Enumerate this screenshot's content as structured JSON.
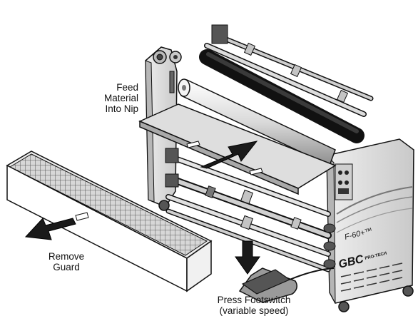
{
  "callouts": {
    "feed": {
      "lines": [
        "Feed",
        "Material",
        "Into Nip"
      ]
    },
    "remove": {
      "lines": [
        "Remove",
        "Guard"
      ]
    },
    "footswitch": {
      "lines": [
        "Press Footswitch",
        "(variable speed)"
      ]
    }
  },
  "machine": {
    "brand_logo": "GBC",
    "model": "F-60+™",
    "sub_brand": "PRO-TECH"
  },
  "colors": {
    "panel": "#e3e3e3",
    "panel_dark": "#9a9a9a",
    "roller_dark": "#222222",
    "arrow": "#1a1a1a",
    "line": "#111111"
  }
}
